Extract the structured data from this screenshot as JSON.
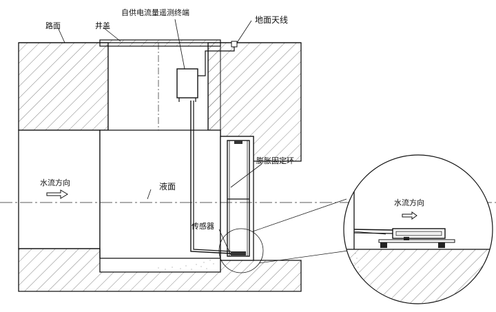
{
  "labels": {
    "road_surface": "路面",
    "manhole_cover": "井盖",
    "terminal": "自供电流量遥测终端",
    "ground_antenna": "地面天线",
    "expansion_ring": "膨胀固定环",
    "liquid_surface": "液面",
    "flow_direction": "水流方向",
    "sensor": "传感器",
    "detail_flow_direction": "水流方向"
  },
  "colors": {
    "line": "#1a1a1a",
    "hatch": "#555555",
    "background": "#ffffff"
  },
  "icons": {
    "flow_arrow": "right-arrow-icon",
    "detail_flow_arrow": "right-arrow-icon"
  }
}
